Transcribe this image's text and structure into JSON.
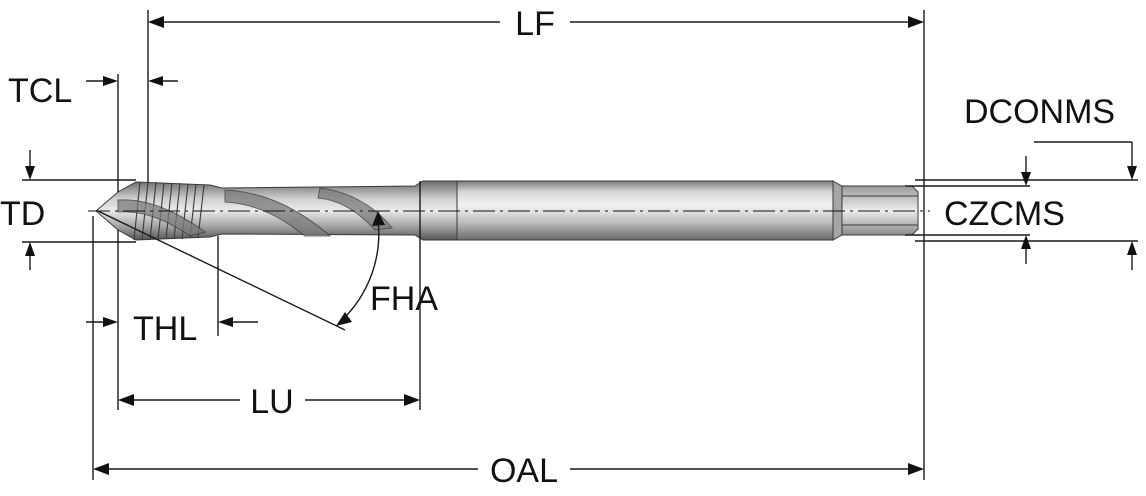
{
  "labels": {
    "lf": "LF",
    "tcl": "TCL",
    "dconms": "DCONMS",
    "td": "TD",
    "czcms": "CZCMS",
    "fha": "FHA",
    "thl": "THL",
    "lu": "LU",
    "oal": "OAL"
  },
  "colors": {
    "line": "#1a1a1a",
    "tool_dark": "#6f6f6f",
    "tool_mid": "#a9a9a9",
    "tool_light": "#e4e4e4"
  }
}
